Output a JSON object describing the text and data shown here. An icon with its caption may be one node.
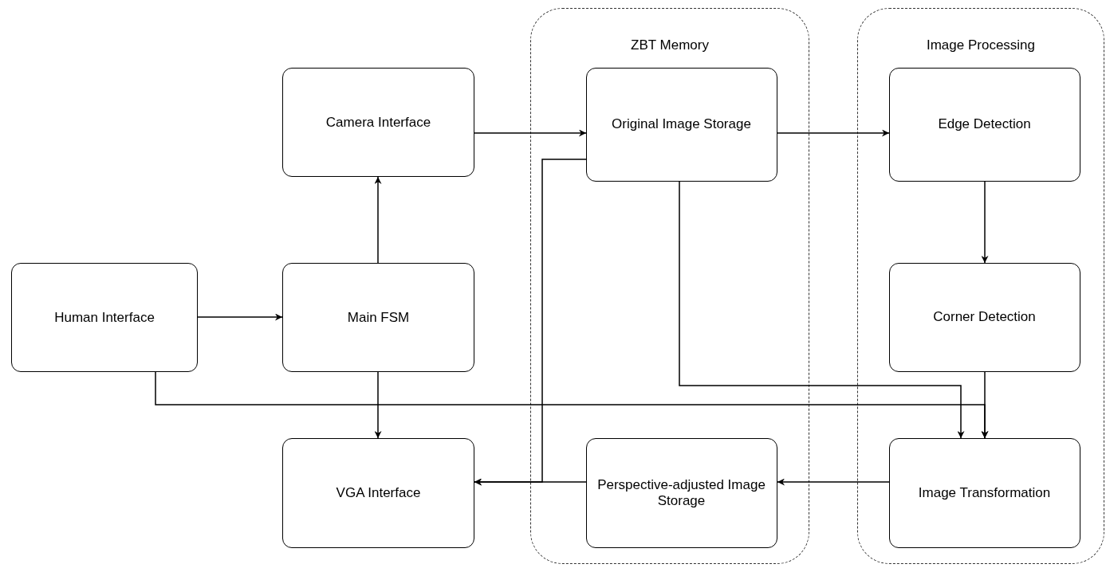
{
  "diagram": {
    "nodes": [
      {
        "text": [
          "ZBT Memory"
        ]
      },
      {
        "text": [
          "Image Processing"
        ]
      },
      {
        "text": [
          "Camera Interface"
        ]
      },
      {
        "text": [
          "Human Interface"
        ]
      },
      {
        "text": [
          "Main FSM"
        ]
      },
      {
        "text": [
          "VGA Interface"
        ]
      },
      {
        "text": [
          "Original Image Storage"
        ],
        "in": 0
      },
      {
        "text": [
          "Perspective-adjusted Image Storage"
        ],
        "in": 0
      },
      {
        "text": [
          "Edge Detection"
        ],
        "in": 1
      },
      {
        "text": [
          "Corner Detection"
        ],
        "in": 1
      },
      {
        "text": [
          "Image Transformation"
        ],
        "in": 1
      }
    ],
    "edges": [
      {
        "from": 2,
        "to": 6,
        "arrow": "to"
      },
      {
        "from": 6,
        "to": 8,
        "arrow": "to"
      },
      {
        "from": 8,
        "to": 9,
        "arrow": "to"
      },
      {
        "from": 9,
        "to": 10,
        "arrow": "to"
      },
      {
        "from": 6,
        "to": 10,
        "arrow": "to"
      },
      {
        "from": 3,
        "to": 10,
        "arrow": "to"
      },
      {
        "from": 3,
        "to": 4,
        "arrow": "to"
      },
      {
        "from": 4,
        "to": 2,
        "arrow": "to"
      },
      {
        "from": 4,
        "to": 5,
        "arrow": "to"
      },
      {
        "from": 6,
        "to": 5,
        "arrow": "to"
      },
      {
        "from": 10,
        "to": 7,
        "arrow": "to"
      },
      {
        "from": 7,
        "to": 5,
        "arrow": "to"
      }
    ]
  }
}
